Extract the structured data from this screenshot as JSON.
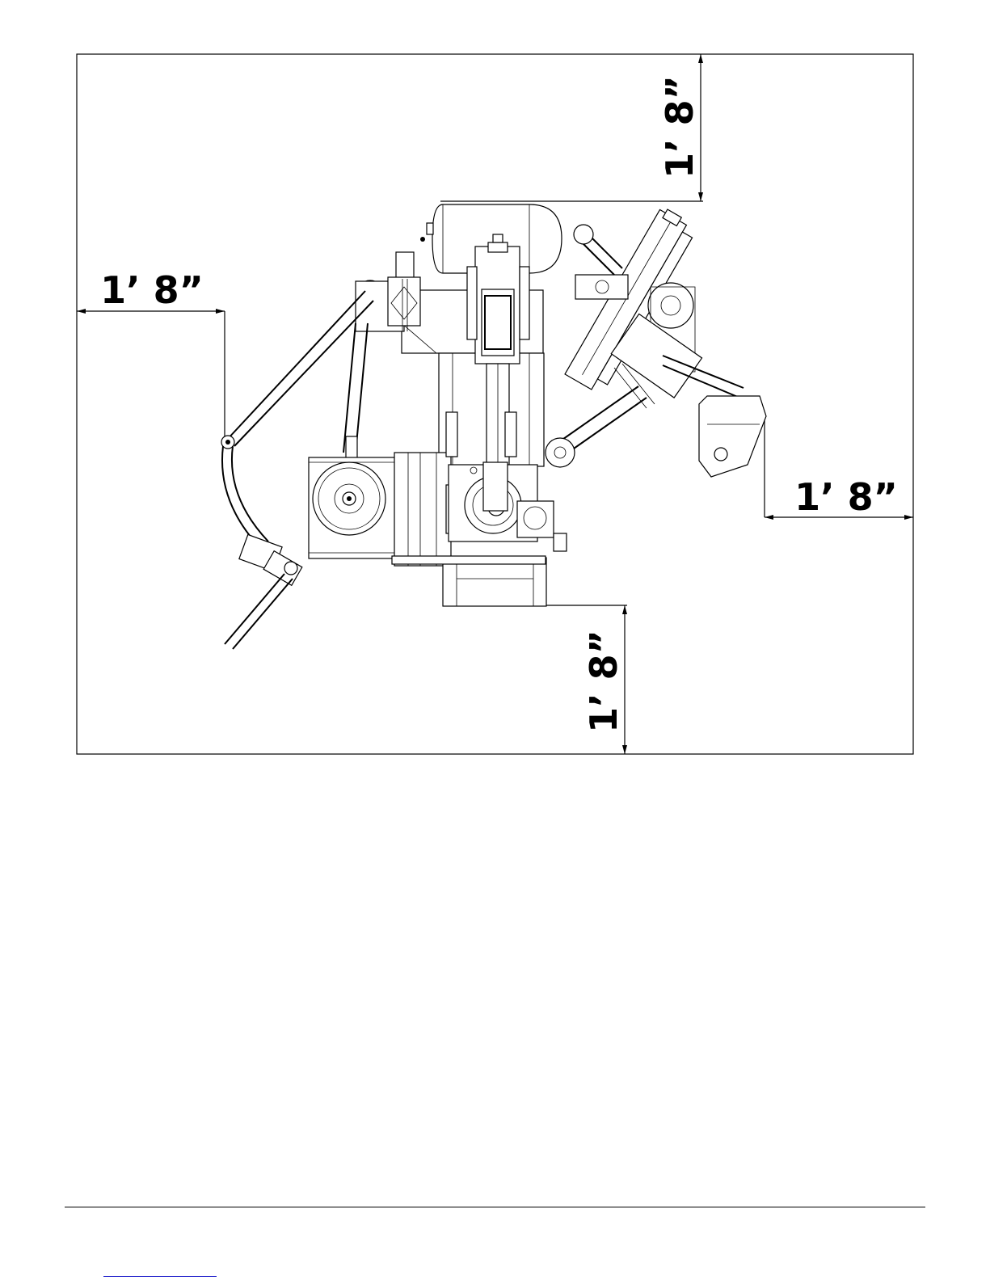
{
  "diagram": {
    "dimensions": {
      "top": "1’ 8”",
      "left": "1’ 8”",
      "right": "1’ 8”",
      "bottom": "1’ 8”"
    }
  }
}
